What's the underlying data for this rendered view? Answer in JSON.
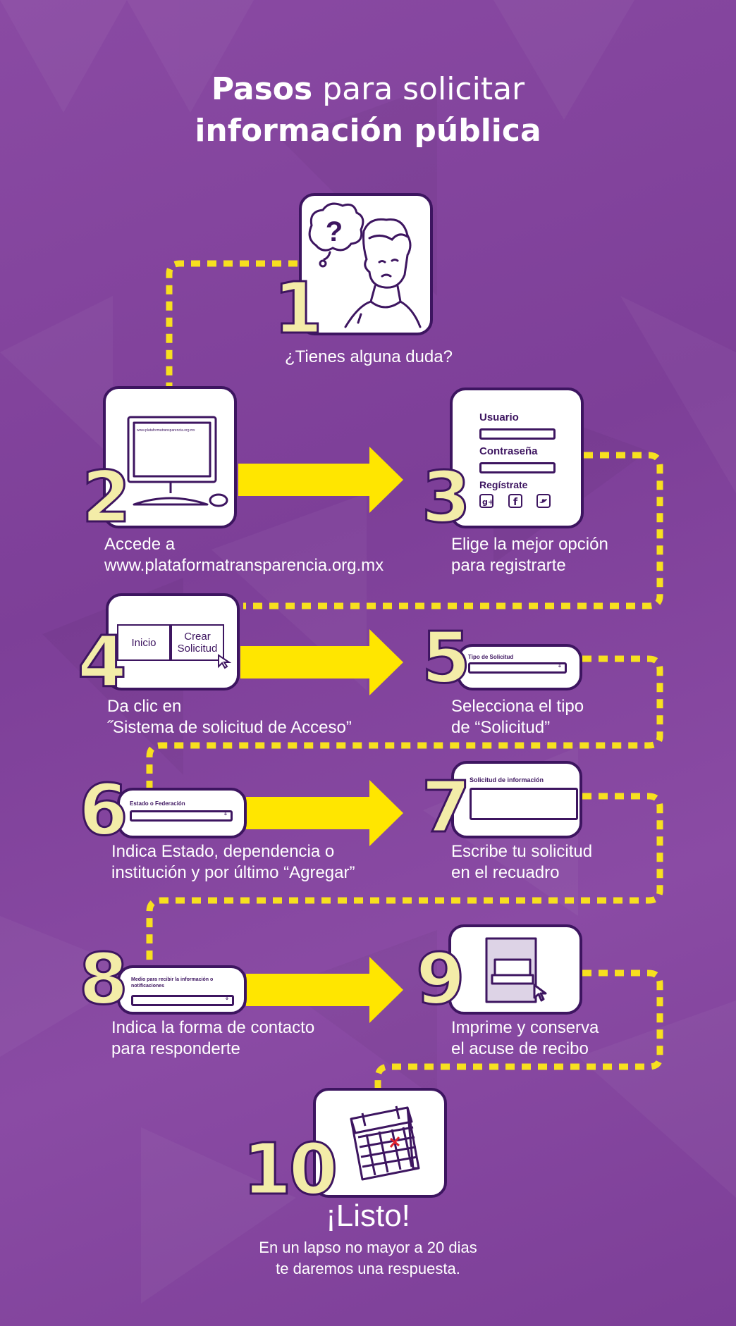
{
  "title": {
    "bold1": "Pasos",
    "rest1": " para solicitar",
    "line2": "información pública"
  },
  "steps": [
    {
      "n": "1",
      "caption": [
        "¿Tienes alguna duda?"
      ]
    },
    {
      "n": "2",
      "caption": [
        "Accede a",
        "www.plataformatransparencia.org.mx"
      ],
      "screen_text": "www.plataformatransparencia.org.mx"
    },
    {
      "n": "3",
      "caption": [
        "Elige la mejor opción",
        "para registrarte"
      ],
      "user_label": "Usuario",
      "pass_label": "Contraseña",
      "register_label": "Regístrate"
    },
    {
      "n": "4",
      "caption": [
        "Da clic en",
        "˝Sistema de solicitud de Acceso”"
      ],
      "btn_inicio": "Inicio",
      "btn_crear": "Crear Solicitud"
    },
    {
      "n": "5",
      "caption": [
        "Selecciona el tipo",
        "de “Solicitud”"
      ],
      "field_label": "Tipo de Solicitud"
    },
    {
      "n": "6",
      "caption": [
        "Indica Estado, dependencia o",
        "institución y  por último “Agregar”"
      ],
      "field_label": "Estado o Federación"
    },
    {
      "n": "7",
      "caption": [
        "Escribe tu  solicitud",
        "en el recuadro"
      ],
      "field_label": "Solicitud de información"
    },
    {
      "n": "8",
      "caption": [
        "Indica la forma de contacto",
        "para responderte"
      ],
      "field_label": "Medio para recibir la información o notificaciones"
    },
    {
      "n": "9",
      "caption": [
        "Imprime y conserva",
        "el acuse de recibo"
      ]
    },
    {
      "n": "10",
      "caption": []
    }
  ],
  "final": {
    "title": "¡Listo!",
    "line1": "En un lapso no mayor a 20 dias",
    "line2": "te daremos una respuesta."
  },
  "colors": {
    "background": "#8a4aa3",
    "accent": "#ffe600",
    "dash": "#f7e01f",
    "outline": "#3d1560",
    "number_fill": "#f3eca8"
  },
  "icons": [
    "confused-person-icon",
    "computer-icon",
    "login-form-icon",
    "social-icons",
    "buttons-icon",
    "dropdown-icon",
    "textarea-icon",
    "printer-icon",
    "calendar-icon"
  ]
}
